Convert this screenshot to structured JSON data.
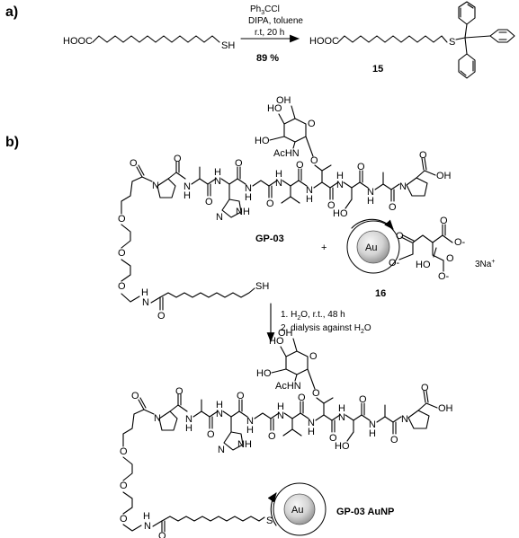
{
  "panels": {
    "a": "a)",
    "b": "b)"
  },
  "reaction_a": {
    "reactant": {
      "acid": "HOOC",
      "thiol": "SH"
    },
    "conditions": {
      "reagent": "Ph3CCl",
      "base_solvent": "DIPA, toluene",
      "temp_time": "r.t, 20 h",
      "yield": "89 %"
    },
    "product": {
      "acid": "HOOC",
      "sulfur": "S",
      "compound_number": "15"
    }
  },
  "reaction_b": {
    "reactant_label": "GP-03",
    "plus": "+",
    "nanoparticle": {
      "core": "Au",
      "compound_number": "16",
      "counterion": "3Na+",
      "oxide_minus": "O-",
      "oh": "HO",
      "o": "O"
    },
    "conditions": {
      "step1": "1. H2O, r.t., 48 h",
      "step2": "2. dialysis against H2O"
    },
    "product_label": "GP-03 AuNP",
    "atom_labels": {
      "n": "N",
      "h": "H",
      "o": "O",
      "oh": "OH",
      "ho": "HO",
      "acnh": "AcHN",
      "nh": "NH",
      "sh": "SH",
      "s": "S"
    }
  },
  "colors": {
    "au_light": "#f4f4f4",
    "au_dark": "#9a9a9a"
  }
}
